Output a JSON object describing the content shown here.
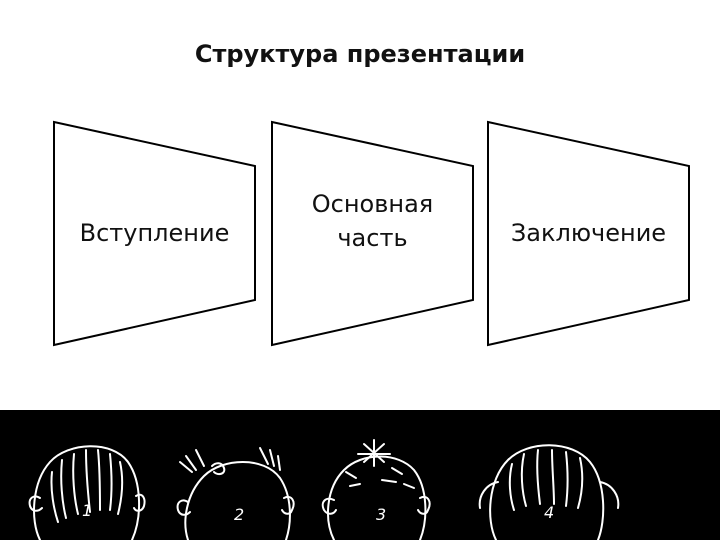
{
  "slide": {
    "title": "Структура презентации"
  },
  "stages": [
    {
      "label": "Вступление"
    },
    {
      "label": "Основная\nчасть"
    },
    {
      "label": "Заключение"
    }
  ],
  "audience": {
    "heads": [
      {
        "number": "1"
      },
      {
        "number": "2"
      },
      {
        "number": "3"
      },
      {
        "number": "4"
      }
    ]
  },
  "colors": {
    "background": "#ffffff",
    "outline": "#000000",
    "text": "#111111",
    "band": "#000000",
    "sketch": "#ffffff"
  }
}
